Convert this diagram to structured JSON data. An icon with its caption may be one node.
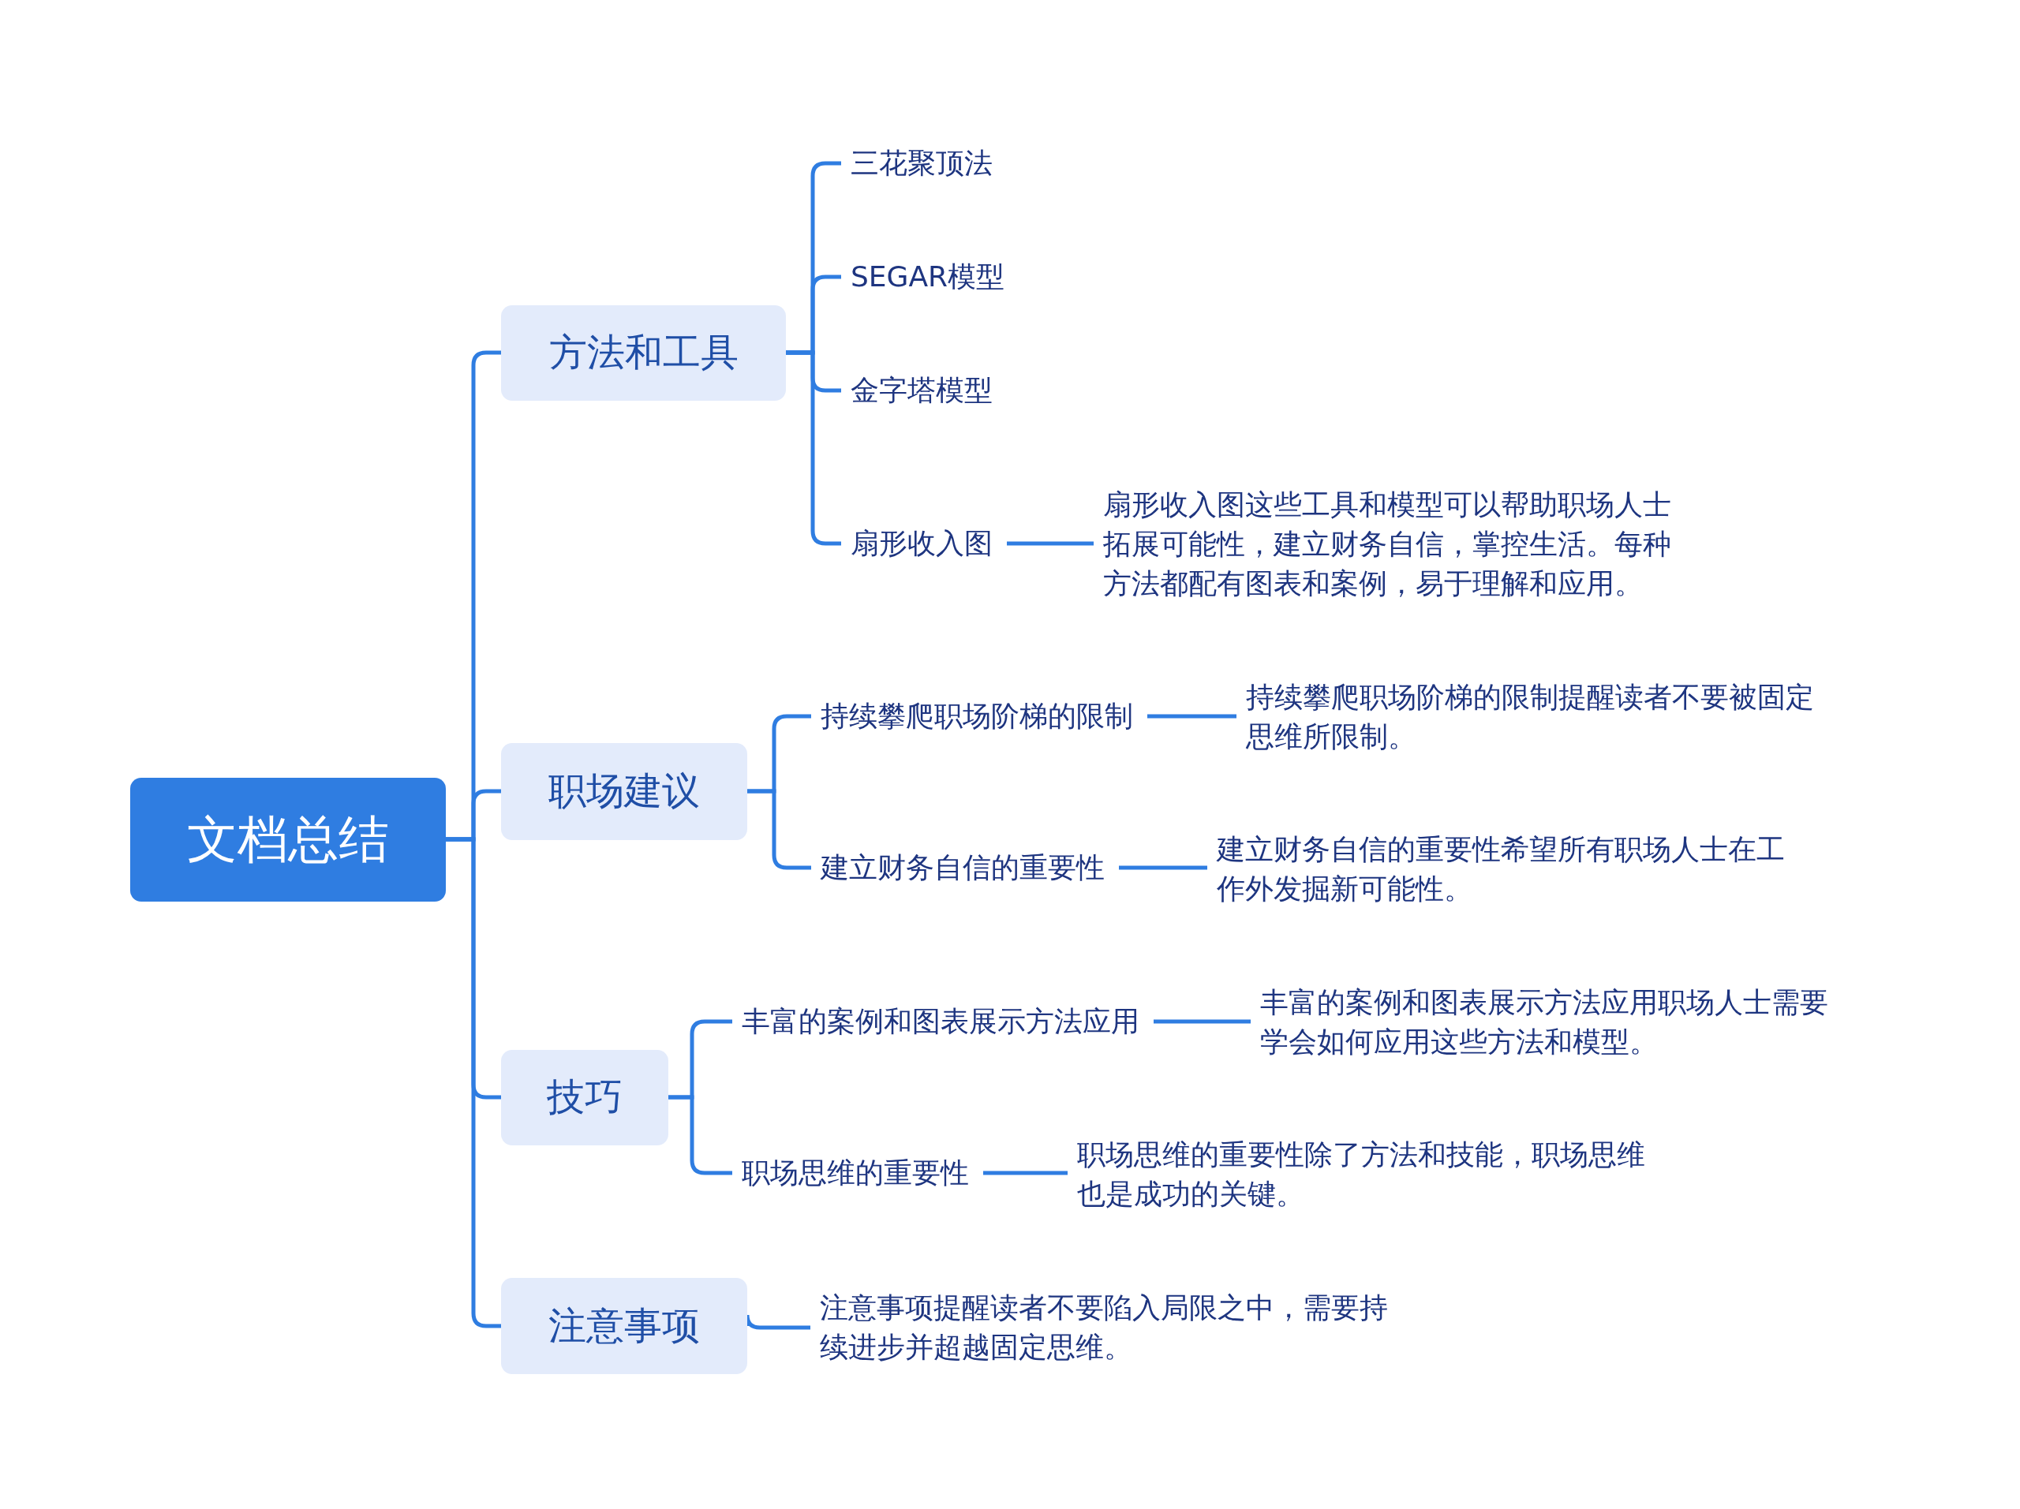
{
  "diagram": {
    "nodes": [
      {
        "text": [
          "文档总结"
        ]
      },
      {
        "text": [
          "方法和工具"
        ]
      },
      {
        "text": [
          "三花聚顶法"
        ]
      },
      {
        "text": [
          "SEGAR模型"
        ]
      },
      {
        "text": [
          "金字塔模型"
        ]
      },
      {
        "text": [
          "扇形收入图"
        ]
      },
      {
        "text": [
          "扇形收入图这些工具和模型可以帮助职场人士拓展可能性，建立财务自信，掌控生活。每种方法都配有图表和案例，易于理解和应用。"
        ]
      },
      {
        "text": [
          "职场建议"
        ]
      },
      {
        "text": [
          "持续攀爬职场阶梯的限制"
        ]
      },
      {
        "text": [
          "持续攀爬职场阶梯的限制提醒读者不要被固定思维所限制。"
        ]
      },
      {
        "text": [
          "建立财务自信的重要性"
        ]
      },
      {
        "text": [
          "建立财务自信的重要性希望所有职场人士在工作外发掘新可能性。"
        ]
      },
      {
        "text": [
          "技巧"
        ]
      },
      {
        "text": [
          "丰富的案例和图表展示方法应用"
        ]
      },
      {
        "text": [
          "丰富的案例和图表展示方法应用职场人士需要学会如何应用这些方法和模型。"
        ]
      },
      {
        "text": [
          "职场思维的重要性"
        ]
      },
      {
        "text": [
          "职场思维的重要性除了方法和技能，职场思维也是成功的关键。"
        ]
      },
      {
        "text": [
          "注意事项"
        ]
      },
      {
        "text": [
          "注意事项提醒读者不要陷入局限之中，需要持续进步并超越固定思维。"
        ]
      }
    ],
    "edges": [
      {
        "from": 0,
        "to": 1,
        "arrow": "none"
      },
      {
        "from": 0,
        "to": 7,
        "arrow": "none"
      },
      {
        "from": 0,
        "to": 12,
        "arrow": "none"
      },
      {
        "from": 0,
        "to": 17,
        "arrow": "none"
      },
      {
        "from": 1,
        "to": 2,
        "arrow": "none"
      },
      {
        "from": 1,
        "to": 3,
        "arrow": "none"
      },
      {
        "from": 1,
        "to": 4,
        "arrow": "none"
      },
      {
        "from": 1,
        "to": 5,
        "arrow": "none"
      },
      {
        "from": 5,
        "to": 6,
        "arrow": "none"
      },
      {
        "from": 7,
        "to": 8,
        "arrow": "none"
      },
      {
        "from": 7,
        "to": 10,
        "arrow": "none"
      },
      {
        "from": 8,
        "to": 9,
        "arrow": "none"
      },
      {
        "from": 10,
        "to": 11,
        "arrow": "none"
      },
      {
        "from": 12,
        "to": 13,
        "arrow": "none"
      },
      {
        "from": 12,
        "to": 15,
        "arrow": "none"
      },
      {
        "from": 13,
        "to": 14,
        "arrow": "none"
      },
      {
        "from": 15,
        "to": 16,
        "arrow": "none"
      },
      {
        "from": 17,
        "to": 18,
        "arrow": "none"
      }
    ]
  }
}
